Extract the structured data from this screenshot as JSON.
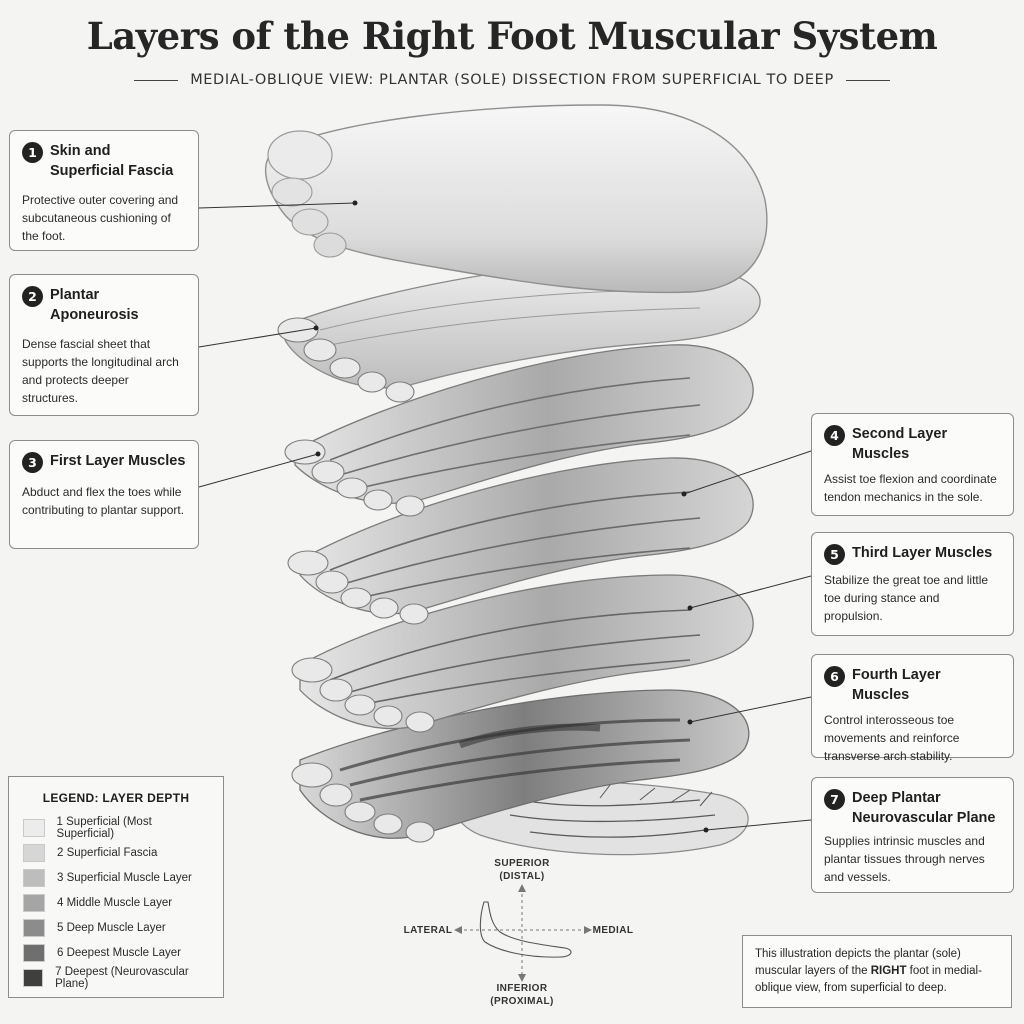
{
  "title": "Layers of the Right Foot Muscular System",
  "subtitle": "MEDIAL-OBLIQUE VIEW: PLANTAR (SOLE) DISSECTION FROM SUPERFICIAL TO DEEP",
  "callouts": [
    {
      "number": "1",
      "title": "Skin and Superficial Fascia",
      "description": "Protective outer covering and subcutaneous cushioning of the foot."
    },
    {
      "number": "2",
      "title": "Plantar Aponeurosis",
      "description": "Dense fascial sheet that supports the longitudinal arch and protects deeper structures."
    },
    {
      "number": "3",
      "title": "First Layer Muscles",
      "description": "Abduct and flex the toes while contributing to plantar support."
    },
    {
      "number": "4",
      "title": "Second Layer Muscles",
      "description": "Assist toe flexion and coordinate tendon mechanics in the sole."
    },
    {
      "number": "5",
      "title": "Third Layer Muscles",
      "description": "Stabilize the great toe and little toe during stance and propulsion."
    },
    {
      "number": "6",
      "title": "Fourth Layer Muscles",
      "description": "Control interosseous toe movements and reinforce transverse arch stability."
    },
    {
      "number": "7",
      "title": "Deep Plantar Neurovascular Plane",
      "description": "Supplies intrinsic muscles and plantar tissues through nerves and vessels."
    }
  ],
  "legend": {
    "title": "LEGEND: LAYER DEPTH",
    "items": [
      {
        "label": "1  Superficial (Most Superficial)",
        "color": "#ececec"
      },
      {
        "label": "2  Superficial Fascia",
        "color": "#d6d6d6"
      },
      {
        "label": "3  Superficial Muscle Layer",
        "color": "#bdbdbd"
      },
      {
        "label": "4  Middle Muscle Layer",
        "color": "#a5a5a5"
      },
      {
        "label": "5  Deep Muscle Layer",
        "color": "#8c8c8c"
      },
      {
        "label": "6  Deepest Muscle Layer",
        "color": "#6f6f6f"
      },
      {
        "label": "7  Deepest (Neurovascular Plane)",
        "color": "#3f3f3f"
      }
    ]
  },
  "orientation": {
    "superior": "SUPERIOR",
    "superior_sub": "(DISTAL)",
    "inferior": "INFERIOR",
    "inferior_sub": "(PROXIMAL)",
    "lateral": "LATERAL",
    "medial": "MEDIAL"
  },
  "note": {
    "before": "This illustration depicts the plantar (sole) muscular layers of the ",
    "emphasis": "RIGHT",
    "after": " foot in medial-oblique view, from superficial to deep."
  }
}
